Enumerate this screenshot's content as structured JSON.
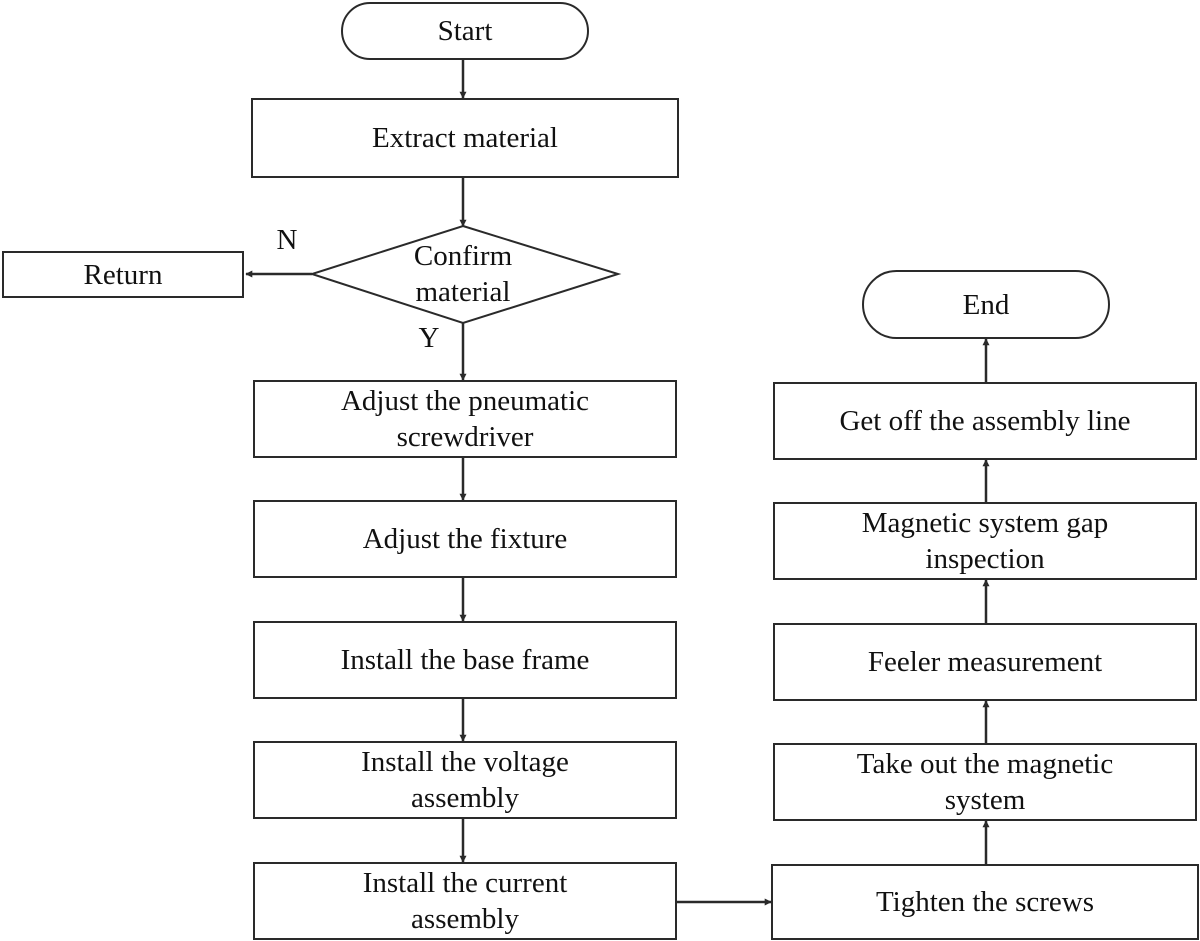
{
  "flowchart": {
    "start": "Start",
    "extract": "Extract material",
    "decision": "Confirm\nmaterial",
    "decision_no": "N",
    "decision_yes": "Y",
    "return": "Return",
    "adjust_screwdriver": "Adjust the pneumatic\nscrewdriver",
    "adjust_fixture": "Adjust the fixture",
    "install_base": "Install the base frame",
    "install_voltage": "Install the voltage\nassembly",
    "install_current": "Install the current\nassembly",
    "tighten": "Tighten the screws",
    "take_out": "Take out the magnetic\nsystem",
    "feeler": "Feeler measurement",
    "gap_inspection": "Magnetic system gap\ninspection",
    "get_off": "Get off the assembly line",
    "end": "End"
  },
  "colors": {
    "stroke": "#2a2a2a",
    "background": "#ffffff",
    "text": "#111111"
  }
}
